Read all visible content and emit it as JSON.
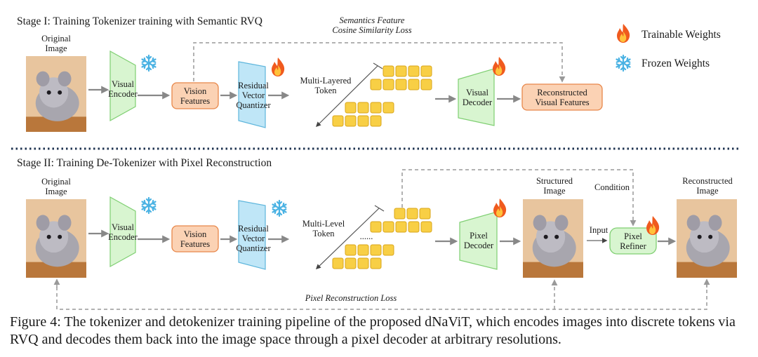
{
  "stage1": {
    "title": "Stage I: Training Tokenizer training with Semantic RVQ",
    "original_image": "Original\nImage",
    "visual_encoder": "Visual\nEncoder",
    "vision_features": "Vision\nFeatures",
    "rvq": "Residual\nVector\nQuantizer",
    "token_label": "Multi-Layered\nToken",
    "visual_decoder": "Visual\nDecoder",
    "reconstructed": "Reconstructed\nVisual Features",
    "loss": "Semantics Feature\nCosine Similarity Loss"
  },
  "stage2": {
    "title": "Stage II: Training De-Tokenizer with Pixel Reconstruction",
    "original_image": "Original\nImage",
    "visual_encoder": "Visual\nEncoder",
    "vision_features": "Vision\nFeatures",
    "rvq": "Residual\nVector\nQuantizer",
    "token_label": "Multi-Level\nToken",
    "dots": "......",
    "pixel_decoder": "Pixel\nDecoder",
    "structured_image": "Structured\nImage",
    "condition": "Condition",
    "input": "Input",
    "pixel_refiner": "Pixel\nRefiner",
    "reconstructed_image": "Reconstructed\nImage",
    "loss": "Pixel Reconstruction Loss"
  },
  "legend": {
    "trainable": "Trainable Weights",
    "frozen": "Frozen Weights"
  },
  "caption": "Figure 4: The tokenizer and detokenizer training pipeline of the proposed dNaViT, which encodes images into discrete tokens via RVQ and decodes them back into the image space through a pixel decoder at arbitrary resolutions.",
  "colors": {
    "green_fill": "#d8f5d0",
    "green_stroke": "#7fcf72",
    "orange_fill": "#fbd2b4",
    "orange_stroke": "#e8874a",
    "blue_fill": "#bfe6f7",
    "blue_stroke": "#5fb6dc",
    "token_fill": "#f8cf45",
    "token_stroke": "#d9a51a",
    "arrow": "#888888"
  },
  "icons": {
    "trainable": "flame-icon",
    "frozen": "snowflake-icon"
  }
}
